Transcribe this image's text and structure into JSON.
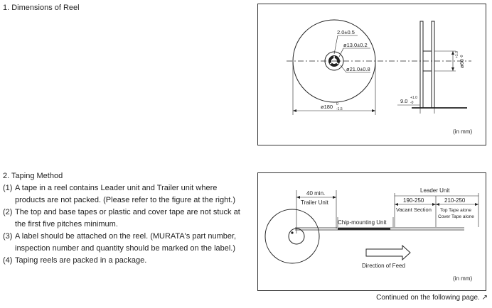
{
  "section1": {
    "title": "1. Dimensions of Reel",
    "dims": {
      "hub_slot": "2.0±0.5",
      "hub_dia": "ø13.0±0.2",
      "inner_dia": "ø21.0±0.8",
      "reel_dia": "ø180",
      "reel_dia_tol_upper": "0",
      "reel_dia_tol_lower": "-1.5",
      "width_main": "9.0",
      "width_tol_upper": "+1.0",
      "width_tol_lower": "-0",
      "flange_dia": "ø60",
      "flange_tol_upper": "+1.0",
      "flange_tol_lower": "-0"
    },
    "unit": "(in mm)"
  },
  "section2": {
    "title": "2. Taping Method",
    "items": [
      {
        "num": "(1)",
        "text": "A tape in a reel contains Leader unit and Trailer unit where products are not packed. (Please refer to the figure at the right.)"
      },
      {
        "num": "(2)",
        "text": "The top and base tapes or plastic and cover tape are not stuck at the first five pitches minimum."
      },
      {
        "num": "(3)",
        "text": "A label should be attached on the reel. (MURATA's part number, inspection number and quantity should be marked on the label.)"
      },
      {
        "num": "(4)",
        "text": "Taping reels are packed in a package."
      }
    ],
    "diagram": {
      "trailer_len": "40 min.",
      "trailer_label": "Trailer Unit",
      "chip_label": "Chip-mounting Unit",
      "leader_label": "Leader Unit",
      "vacant_len": "190-250",
      "vacant_label": "Vacant Section",
      "top_len": "210-250",
      "top_label_1": "Top Tape alone",
      "top_label_2": "Cover Tape alone",
      "feed_label": "Direction of Feed",
      "unit": "(in mm)"
    }
  },
  "footer": {
    "text": "Continued on the following page.",
    "arrow_icon": "↗"
  }
}
